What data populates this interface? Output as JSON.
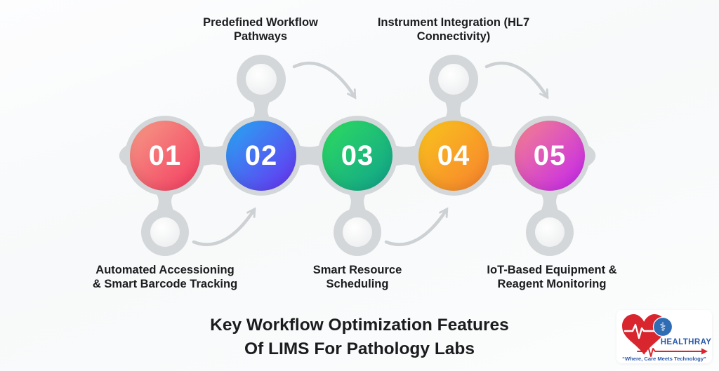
{
  "title": {
    "line1": "Key Workflow Optimization Features",
    "line2": "Of LIMS For Pathology Labs"
  },
  "steps": [
    {
      "number": "01",
      "label": "Automated Accessioning & Smart Barcode Tracking",
      "label_position": "bottom",
      "gradient": [
        "#F59B86",
        "#F43B61"
      ]
    },
    {
      "number": "02",
      "label": "Predefined Workflow Pathways",
      "label_position": "top",
      "gradient": [
        "#25AAF2",
        "#6B2EF2"
      ]
    },
    {
      "number": "03",
      "label": "Smart Resource Scheduling",
      "label_position": "bottom",
      "gradient": [
        "#2EDC5F",
        "#10A18D"
      ]
    },
    {
      "number": "04",
      "label": "Instrument Integration (HL7 Connectivity)",
      "label_position": "top",
      "gradient": [
        "#F9C51D",
        "#F7802E"
      ]
    },
    {
      "number": "05",
      "label": "IoT-Based Equipment & Reagent Monitoring",
      "label_position": "bottom",
      "gradient": [
        "#F5838C",
        "#C424F0"
      ]
    }
  ],
  "logo": {
    "name": "HEALTHRAY",
    "tagline": "“Where, Care Meets Technology”",
    "heart_icon": "heart-with-ekg-pulse",
    "medical_icon_glyph": "⚕",
    "brand_red": "#D9252E",
    "brand_blue": "#2B58A8",
    "badge_blue": "#2E6CB4"
  },
  "colors": {
    "chain": "#d4d7d9",
    "arrow": "#cdd1d4",
    "ink": "#1b1c1e"
  }
}
